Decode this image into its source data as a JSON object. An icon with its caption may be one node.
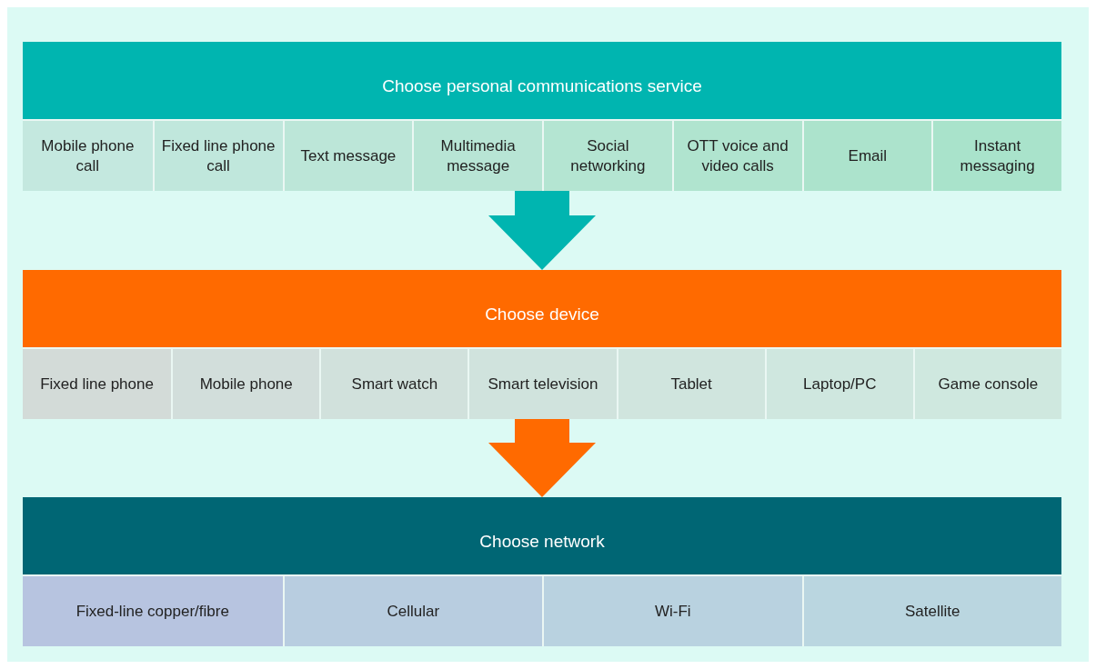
{
  "diagram": {
    "nodes": [
      {
        "text": [
          "Choose personal communications service"
        ]
      },
      {
        "text": [
          "Mobile phone call"
        ],
        "in": 0
      },
      {
        "text": [
          "Fixed line phone call"
        ],
        "in": 0
      },
      {
        "text": [
          "Text message"
        ],
        "in": 0
      },
      {
        "text": [
          "Multimedia message"
        ],
        "in": 0
      },
      {
        "text": [
          "Social networking"
        ],
        "in": 0
      },
      {
        "text": [
          "OTT voice and video calls"
        ],
        "in": 0
      },
      {
        "text": [
          "Email"
        ],
        "in": 0
      },
      {
        "text": [
          "Instant messaging"
        ],
        "in": 0
      },
      {
        "text": [
          "Choose device"
        ]
      },
      {
        "text": [
          "Fixed line phone"
        ],
        "in": 9
      },
      {
        "text": [
          "Mobile phone"
        ],
        "in": 9
      },
      {
        "text": [
          "Smart watch"
        ],
        "in": 9
      },
      {
        "text": [
          "Smart television"
        ],
        "in": 9
      },
      {
        "text": [
          "Tablet"
        ],
        "in": 9
      },
      {
        "text": [
          "Laptop/PC"
        ],
        "in": 9
      },
      {
        "text": [
          "Game console"
        ],
        "in": 9
      },
      {
        "text": [
          "Choose network"
        ]
      },
      {
        "text": [
          "Fixed-line  copper/fibre"
        ],
        "in": 17
      },
      {
        "text": [
          "Cellular"
        ],
        "in": 17
      },
      {
        "text": [
          "Wi-Fi"
        ],
        "in": 17
      },
      {
        "text": [
          "Satellite"
        ],
        "in": 17
      }
    ],
    "edges": [
      {
        "from": 0,
        "to": 9,
        "arrow": "to",
        "style": "thick",
        "color": "#00b5b0"
      },
      {
        "from": 9,
        "to": 17,
        "arrow": "to",
        "style": "thick",
        "color": "#ff6a00"
      }
    ]
  }
}
